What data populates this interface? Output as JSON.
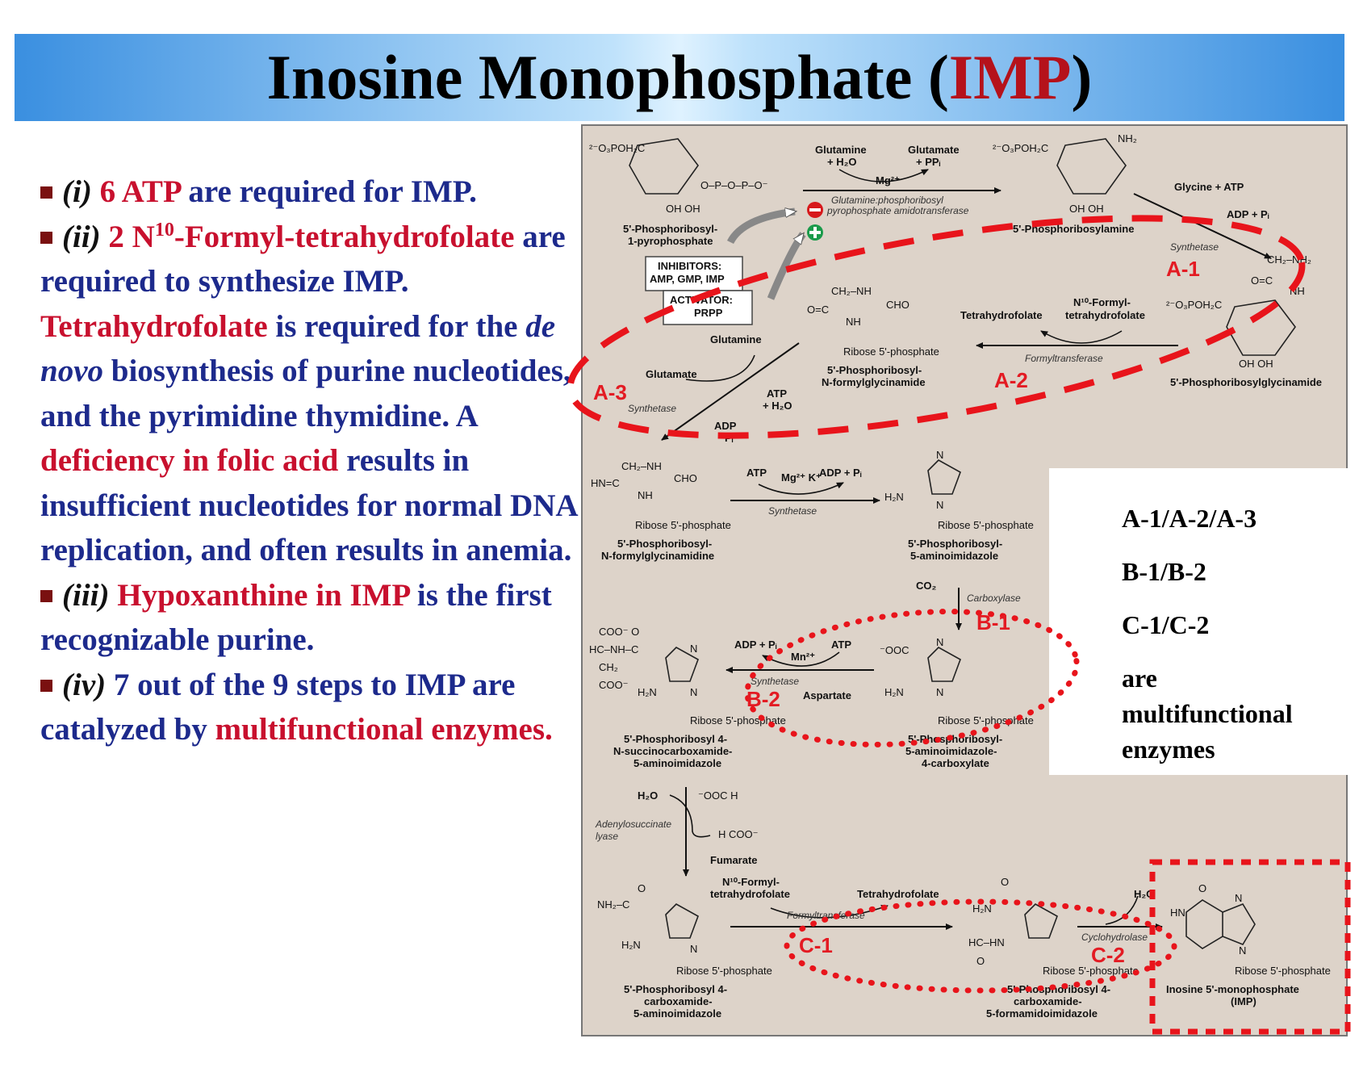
{
  "title": {
    "prefix": "Inosine Monophosphate (",
    "highlight": "IMP",
    "suffix": ")"
  },
  "bullets": {
    "b1": {
      "num": "(i)",
      "red": "6 ATP",
      "rest": " are required for IMP."
    },
    "b2": {
      "num": "(ii)",
      "red1": "2 N",
      "sup": "10",
      "red2": "-Formyl-tetrahydrofolate",
      "t1": " are required to synthesize IMP. ",
      "red3": "Tetrahydrofolate",
      "t2": " is required for the ",
      "it": "de novo",
      "t3": " biosynthesis of purine nucleotides, and the pyrimidine thymidine. A ",
      "red4": "deficiency in folic acid",
      "t4": " results in insufficient nucleotides for normal DNA replication, and often results in anemia."
    },
    "b3": {
      "num": "(iii)",
      "red": "Hypoxanthine in IMP",
      "rest": " is the first recognizable purine."
    },
    "b4": {
      "num": "(iv)",
      "t1": " 7 out of the 9 steps to IMP are catalyzed by ",
      "red": "multifunctional enzymes."
    }
  },
  "sidebox": {
    "l1": "A-1/A-2/A-3",
    "l2": "B-1/B-2",
    "l3": "C-1/C-2",
    "l4": "are",
    "l5": "multifunctional",
    "l6": "enzymes"
  },
  "diagram": {
    "compounds": {
      "prpp_a": "5'-Phosphoribosyl-",
      "prpp_b": "1-pyrophosphate",
      "pra": "5'-Phosphoribosylamine",
      "gar": "5'-Phosphoribosylglycinamide",
      "fgar_a": "5'-Phosphoribosyl-",
      "fgar_b": "N-formylglycinamide",
      "fgam_a": "5'-Phosphoribosyl-",
      "fgam_b": "N-formylglycinamidine",
      "air_a": "5'-Phosphoribosyl-",
      "air_b": "5-aminoimidazole",
      "cair_a": "5'-Phosphoribosyl-",
      "cair_b": "5-aminoimidazole-",
      "cair_c": "4-carboxylate",
      "saicar_a": "5'-Phosphoribosyl 4-",
      "saicar_b": "N-succinocarboxamide-",
      "saicar_c": "5-aminoimidazole",
      "aicar_a": "5'-Phosphoribosyl 4-",
      "aicar_b": "carboxamide-",
      "aicar_c": "5-aminoimidazole",
      "faicar_a": "5'-Phosphoribosyl 4-",
      "faicar_b": "carboxamide-",
      "faicar_c": "5-formamidoimidazole",
      "imp_a": "Inosine 5'-monophosphate",
      "imp_b": "(IMP)"
    },
    "reagents": {
      "glutamine_h2o_a": "Glutamine",
      "glutamine_h2o_b": "+ H₂O",
      "glutamate_ppi_a": "Glutamate",
      "glutamate_ppi_b": "+ PPᵢ",
      "mg": "Mg²⁺",
      "glycine_atp": "Glycine + ATP",
      "adp_pi": "ADP + Pᵢ",
      "n10_a": "N¹⁰-Formyl-",
      "n10_b": "tetrahydrofolate",
      "thf": "Tetrahydrofolate",
      "glutamine": "Glutamine",
      "glutamate": "Glutamate",
      "atp_h2o_a": "ATP",
      "atp_h2o_b": "+ H₂O",
      "adp_pi2_a": "ADP",
      "adp_pi2_b": "Pᵢ",
      "atp": "ATP",
      "mgk": "Mg²⁺ K⁺",
      "adp_pi3": "ADP + Pᵢ",
      "co2": "CO₂",
      "adp_pi4": "ADP + Pᵢ",
      "atp2": "ATP",
      "mn": "Mn²⁺",
      "aspartate": "Aspartate",
      "h2o": "H₂O",
      "fumarate": "Fumarate",
      "n10c_a": "N¹⁰-Formyl-",
      "n10c_b": "tetrahydrofolate",
      "thfc": "Tetrahydrofolate",
      "h2o2": "H₂O",
      "ribose": "Ribose 5'-phosphate"
    },
    "enzymes": {
      "amidotransferase_a": "Glutamine:phosphoribosyl",
      "amidotransferase_b": "pyrophosphate amidotransferase",
      "synthetase": "Synthetase",
      "formyltransferase": "Formyltransferase",
      "carboxylase": "Carboxylase",
      "adenylosuccinate_lyase_a": "Adenylosuccinate",
      "adenylosuccinate_lyase_b": "lyase",
      "cyclohydrolase": "Cyclohydrolase"
    },
    "regulation": {
      "inhibitors_a": "INHIBITORS:",
      "inhibitors_b": "AMP, GMP, IMP",
      "activator_a": "ACTIVATOR:",
      "activator_b": "PRPP"
    },
    "steps": [
      "A-1",
      "A-2",
      "A-3",
      "B-1",
      "B-2",
      "C-1",
      "C-2"
    ]
  },
  "colors": {
    "accent_red": "#c8102e",
    "text_blue": "#1d2a8c",
    "overlay_red": "#e8141b",
    "panel_bg": "#ddd3c9"
  }
}
